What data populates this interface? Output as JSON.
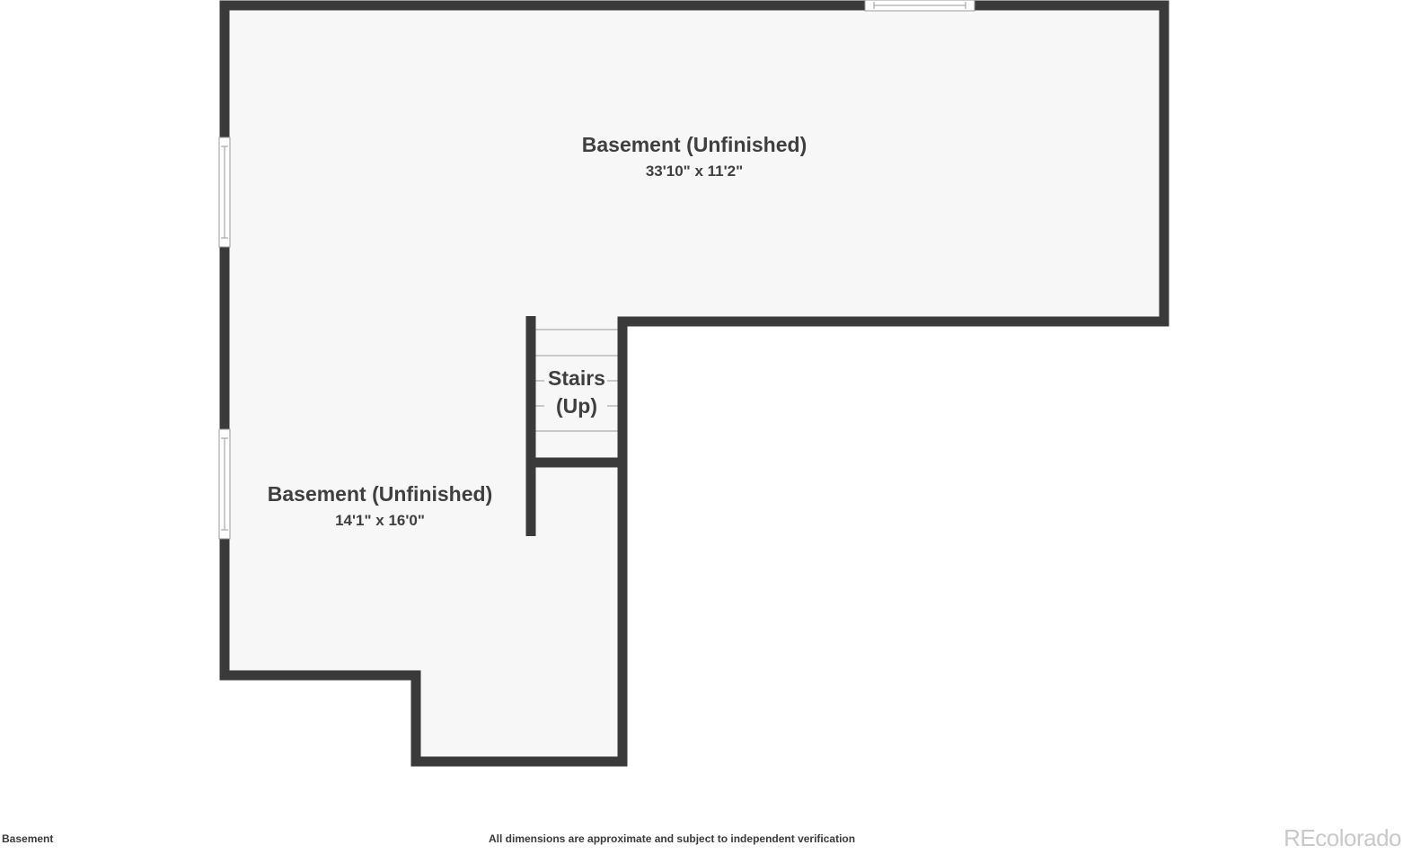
{
  "floor_label": "Basement",
  "disclaimer": "All dimensions are approximate and subject to independent verification",
  "watermark": "REcolorado",
  "rooms": [
    {
      "name": "Basement (Unfinished)",
      "dimensions": "33'10\" x 11'2\""
    },
    {
      "name": "Basement (Unfinished)",
      "dimensions": "14'1\" x 16'0\""
    }
  ],
  "stairs": {
    "line1": "Stairs",
    "line2": "(Up)"
  },
  "colors": {
    "wall": "#3a3a3a",
    "floor": "#f7f7f7",
    "window": "#ffffff",
    "stair_tread": "#b8b8b8",
    "watermark": "#c9c9c9"
  }
}
